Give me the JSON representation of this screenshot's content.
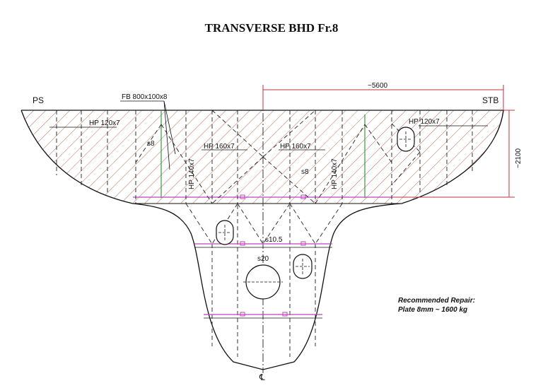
{
  "title": "TRANSVERSE BHD Fr.8",
  "labels": {
    "ps": "PS",
    "stb": "STB",
    "fb": "FB  800x100x8",
    "hp120_left": "HP  120x7",
    "hp120_right": "HP 120x7",
    "hp160_left": "HP 160x7",
    "hp160_right": "HP 160x7",
    "hp140_left": "HP  140x7",
    "hp140_right": "HP  140x7",
    "s8_left": "s8",
    "s8_right": "s8",
    "s10_5": "s10.5",
    "s20": "s20",
    "dim_width": "~5600",
    "dim_height": "~2100",
    "centerline": "℄"
  },
  "note": {
    "line1": "Recommended Repair:",
    "line2": "Plate 8mm ~ 1600 kg"
  },
  "colors": {
    "line": "#111111",
    "hatch": "#b07060",
    "dimension": "#c0303a",
    "stiffener": "#c040c0",
    "green_stiffener": "#3a9a3a"
  }
}
